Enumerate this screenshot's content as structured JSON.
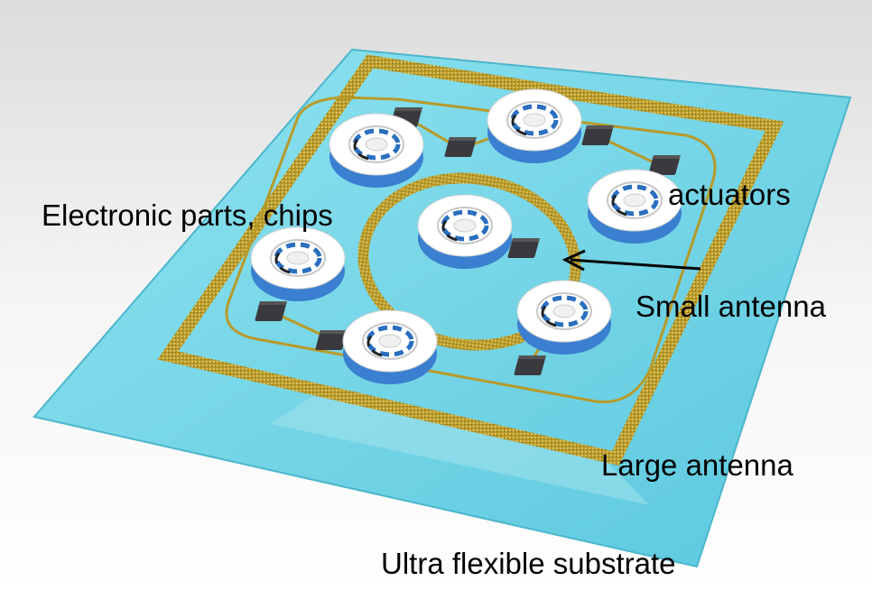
{
  "labels": {
    "electronic_parts": "Electronic parts, chips",
    "actuators": "actuators",
    "small_antenna": "Small antenna",
    "large_antenna": "Large antenna",
    "substrate": "Ultra flexible substrate"
  },
  "colors": {
    "substrate": "#6fd3e6",
    "antenna_gold": "#b89a2a",
    "actuator_top": "#ffffff",
    "actuator_base": "#3a7fd0",
    "chip": "#3a3a3e"
  }
}
